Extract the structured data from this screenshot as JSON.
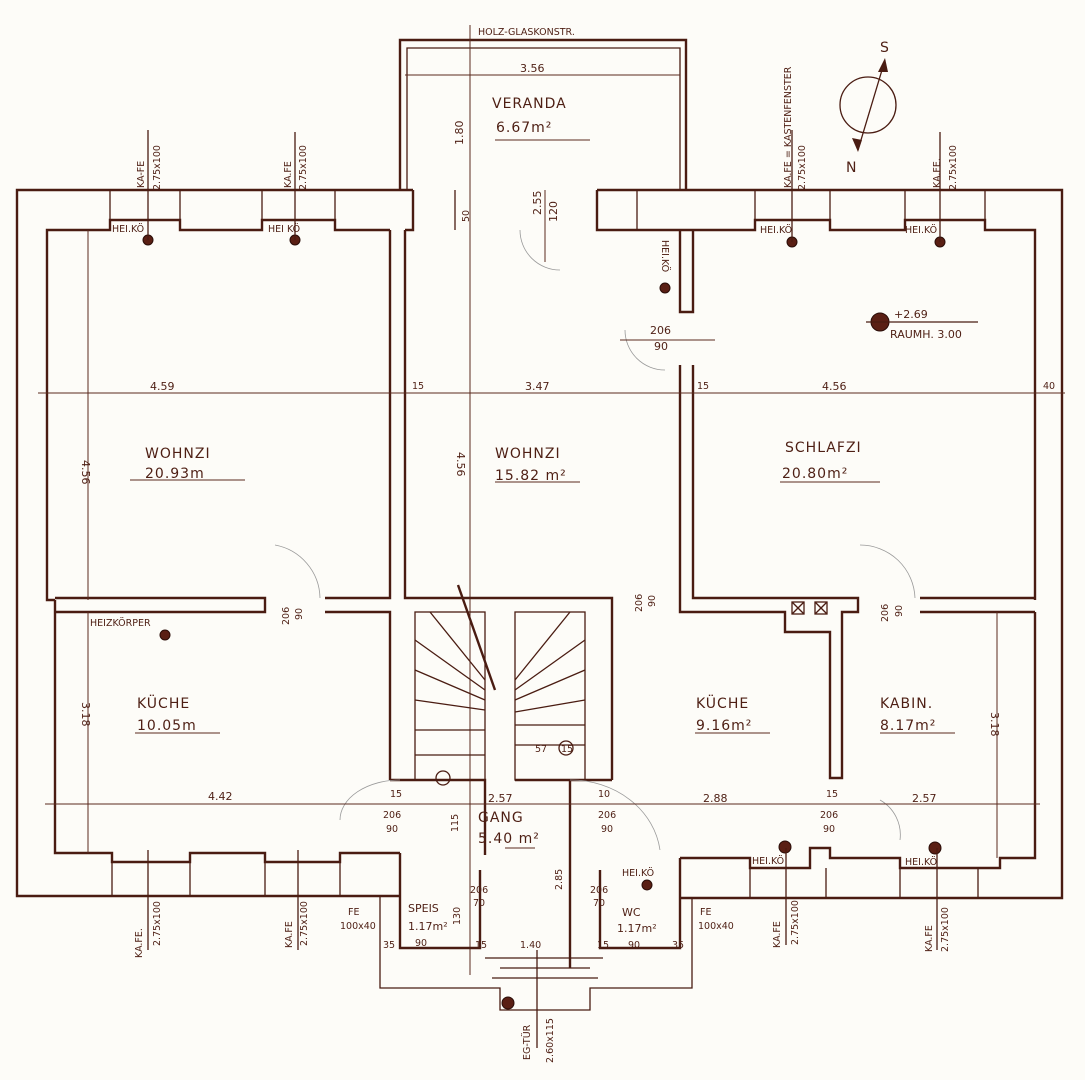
{
  "header": {
    "construction_note": "HOLZ-GLASKONSTR."
  },
  "compass": {
    "south": "S",
    "north": "N"
  },
  "rooms": {
    "veranda": {
      "name": "VERANDA",
      "area": "6.67m²"
    },
    "wohnzi_left": {
      "name": "WOHNZI",
      "area": "20.93m"
    },
    "wohnzi_mid": {
      "name": "WOHNZI",
      "area": "15.82 m²"
    },
    "schlafzi": {
      "name": "SCHLAFZI",
      "area": "20.80m²"
    },
    "kueche_left": {
      "name": "KÜCHE",
      "area": "10.05m"
    },
    "kueche_right": {
      "name": "KÜCHE",
      "area": "9.16m²"
    },
    "kabin": {
      "name": "KABIN.",
      "area": "8.17m²"
    },
    "gang": {
      "name": "GANG",
      "area": "5.40 m²"
    },
    "speis": {
      "name": "SPEIS",
      "area": "1.17m²",
      "width": "90"
    },
    "wc": {
      "name": "WC",
      "area": "1.17m²",
      "width": "90"
    }
  },
  "windows": {
    "top": [
      {
        "type": "KA-FE",
        "size": "2.75x100"
      },
      {
        "type": "KA.FE",
        "size": "2.75x100"
      },
      {
        "type": "KA.FE = KASTENFENSTER",
        "size": "2.75x100"
      },
      {
        "type": "KA.FE.",
        "size": "2.75x100"
      }
    ],
    "bottom": [
      {
        "type": "KA.FE.",
        "size": "2.75x100"
      },
      {
        "type": "KA.FE",
        "size": "2.75x100"
      },
      {
        "type": "KA.FE",
        "size": "2.75x100"
      },
      {
        "type": "KA.FE",
        "size": "2.75x100"
      }
    ],
    "small": [
      {
        "type": "FE",
        "size": "100x40"
      },
      {
        "type": "FE",
        "size": "100x40"
      }
    ],
    "entrance": {
      "type": "EG-TÜR",
      "size": "2.60x115"
    }
  },
  "heaters": {
    "label": "HEI.KÖ",
    "label_alt": "HEI KÖ",
    "long": "HEIZKÖRPER"
  },
  "level": {
    "elevation": "+2.69",
    "room_height": "RAUMH. 3.00"
  },
  "doors": {
    "d206_90": [
      "206",
      "90"
    ],
    "d206_70": [
      "206",
      "70"
    ]
  },
  "dimensions": {
    "veranda_width": "3.56",
    "veranda_depth": "1.80",
    "passage_depth": "2.55",
    "passage_door": "120",
    "wall_50": "50",
    "top_row": [
      "4.59",
      "15",
      "3.47",
      "15",
      "4.56",
      "40"
    ],
    "left_height": "4.56",
    "mid_height": "4.56",
    "kitchen_left_height": "3.18",
    "kabin_height": "3.18",
    "stair": [
      "57",
      "15"
    ],
    "bottom_row": [
      "4.42",
      "15",
      "2.57",
      "10",
      "2.88",
      "15",
      "2.57"
    ],
    "gang_115": "115",
    "gang_285": "2.85",
    "speis_130": "130",
    "entry": [
      "35",
      "15",
      "1.40",
      "15",
      "35"
    ]
  }
}
